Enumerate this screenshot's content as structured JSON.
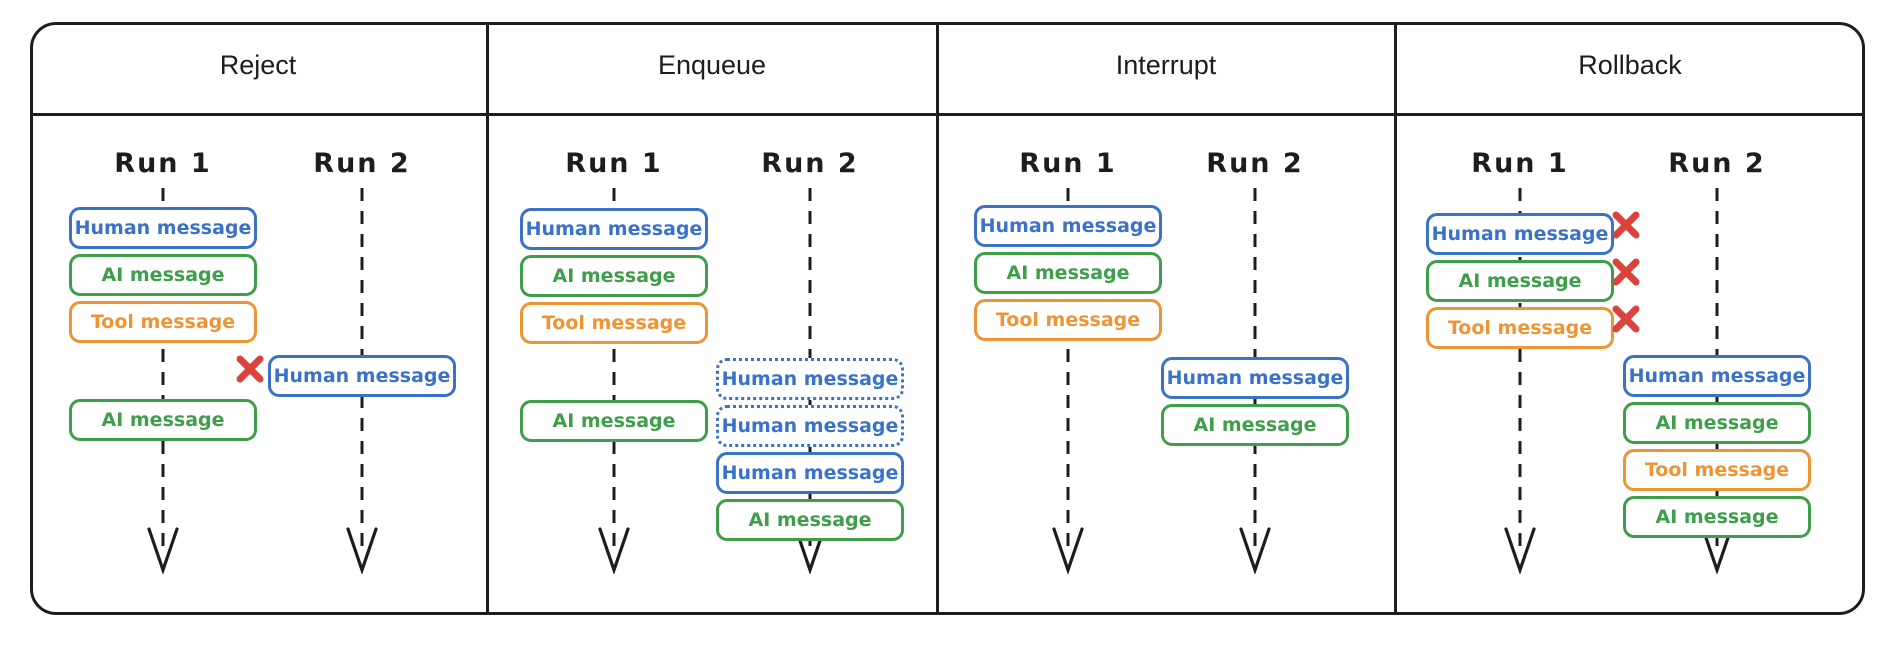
{
  "message_types": {
    "human": {
      "label": "Human message",
      "color": "#3a72c9"
    },
    "ai": {
      "label": "AI message",
      "color": "#3f9e4a"
    },
    "tool": {
      "label": "Tool message",
      "color": "#ee9434"
    }
  },
  "rejected_mark_color": "#d9453c",
  "line_color": "#1d1d1f",
  "panels": [
    {
      "title": "Reject",
      "runs": [
        {
          "label": "Run 1",
          "messages": [
            {
              "type": "human"
            },
            {
              "type": "ai"
            },
            {
              "type": "tool"
            },
            {
              "gap": true
            },
            {
              "type": "ai"
            }
          ]
        },
        {
          "label": "Run 2",
          "messages": [
            {
              "type": "human",
              "x_left": true
            }
          ]
        }
      ]
    },
    {
      "title": "Enqueue",
      "runs": [
        {
          "label": "Run 1",
          "messages": [
            {
              "type": "human"
            },
            {
              "type": "ai"
            },
            {
              "type": "tool"
            },
            {
              "gap": true
            },
            {
              "type": "ai"
            }
          ]
        },
        {
          "label": "Run 2",
          "messages": [
            {
              "type": "human",
              "variant": "dotted"
            },
            {
              "type": "human",
              "variant": "dotted"
            },
            {
              "type": "human"
            },
            {
              "type": "ai"
            }
          ]
        }
      ]
    },
    {
      "title": "Interrupt",
      "runs": [
        {
          "label": "Run 1",
          "messages": [
            {
              "type": "human"
            },
            {
              "type": "ai"
            },
            {
              "type": "tool"
            }
          ]
        },
        {
          "label": "Run 2",
          "messages": [
            {
              "type": "human"
            },
            {
              "type": "ai"
            }
          ]
        }
      ]
    },
    {
      "title": "Rollback",
      "runs": [
        {
          "label": "Run 1",
          "messages": [
            {
              "type": "human",
              "x_right": true
            },
            {
              "type": "ai",
              "x_right": true
            },
            {
              "type": "tool",
              "x_right": true
            }
          ]
        },
        {
          "label": "Run 2",
          "messages": [
            {
              "type": "human"
            },
            {
              "type": "ai"
            },
            {
              "type": "tool"
            },
            {
              "type": "ai"
            }
          ]
        }
      ]
    }
  ]
}
